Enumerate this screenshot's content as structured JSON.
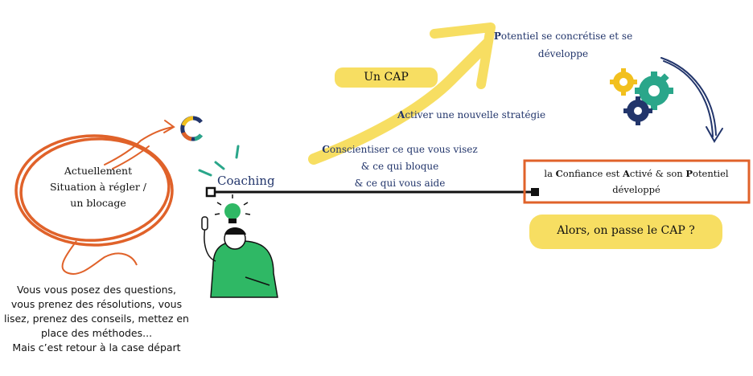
{
  "colors": {
    "orange": "#e0622a",
    "yellow": "#f7de62",
    "navy": "#22356b",
    "teal": "#2aa68a",
    "gear_yellow": "#f2c01e",
    "person_green": "#2fb865",
    "black": "#111111"
  },
  "left_circle": {
    "line1": "Actuellement",
    "line2": "Situation à régler /",
    "line3": "un blocage"
  },
  "bottom_left_text": {
    "line1": "Vous vous posez des questions,",
    "line2": "vous prenez des résolutions, vous",
    "line3": "lisez, prenez des conseils, mettez en",
    "line4": "place des méthodes...",
    "line5": "Mais c’est retour à la case départ"
  },
  "coaching_label": "Coaching",
  "cap_label": "Un CAP",
  "top_right": {
    "initial": "P",
    "line1_rest": "otentiel se concrétise et se",
    "line2": "développe"
  },
  "activer": {
    "initial": "A",
    "rest": "ctiver une nouvelle stratégie"
  },
  "conscientiser": {
    "initial": "C",
    "line1_rest": "onscientiser ce que vous visez",
    "line2": "& ce qui bloque",
    "line3": "& ce qui vous aide"
  },
  "confiance_box": {
    "seg1": "la ",
    "c": "C",
    "seg2": "onfiance est ",
    "a": "A",
    "seg3": "ctivé & son ",
    "p": "P",
    "seg4": "otentiel",
    "line2": "développé"
  },
  "passe_cap": "Alors, on passe le CAP ?",
  "icons": [
    "circular-logo-icon",
    "lightbulb-icon",
    "gears-icon",
    "curved-arrow-icon",
    "person-pointing-icon"
  ]
}
